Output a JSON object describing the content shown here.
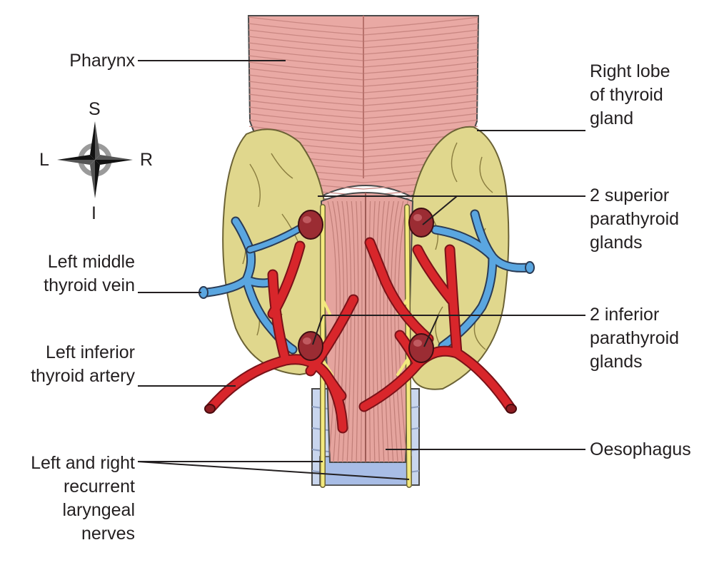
{
  "labels": {
    "pharynx": "Pharynx",
    "right_lobe": "Right lobe\nof thyroid\ngland",
    "superior_parathyroid": "2 superior\nparathyroid\nglands",
    "inferior_parathyroid": "2 inferior\nparathyroid\nglands",
    "oesophagus": "Oesophagus",
    "left_middle_thyroid_vein": "Left middle\nthyroid vein",
    "left_inferior_thyroid_artery": "Left inferior\nthyroid artery",
    "recurrent_laryngeal_nerves": "Left and right\nrecurrent\nlaryngeal\nnerves"
  },
  "compass": {
    "superior": "S",
    "inferior": "I",
    "left": "L",
    "right": "R"
  },
  "colors": {
    "pharynx": "#e9a9a4",
    "muscle_line": "#c98782",
    "thyroid": "#e0d78d",
    "thyroid_outline": "#6b6235",
    "artery": "#d8262b",
    "vein": "#5aa6e0",
    "parathyroid": "#9b2c33",
    "nerve": "#f3e97e",
    "trachea": "#c9d6ee",
    "leader": "#231f20"
  }
}
